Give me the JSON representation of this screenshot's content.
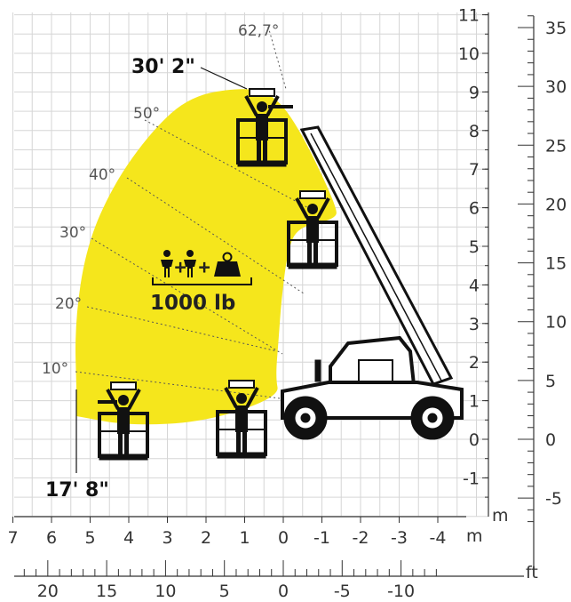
{
  "diagram": {
    "meter_axis_label": "m",
    "feet_axis_label": "ft",
    "max_height_label": "30' 2\"",
    "max_outreach_label": "17' 8\"",
    "capacity_label": "1000 lb",
    "angle_labels": [
      "62,7°",
      "50°",
      "40°",
      "30°",
      "20°",
      "10°"
    ],
    "colors": {
      "envelope": "#f5e61c",
      "grid": "#d6d6d6",
      "machine": "#111111"
    },
    "icons": [
      "person-icon",
      "person-icon",
      "load-weight-icon"
    ]
  },
  "chart_data": {
    "type": "reach-envelope",
    "x_m_ticks": [
      "7",
      "6",
      "5",
      "4",
      "3",
      "2",
      "1",
      "0",
      "-1",
      "-2",
      "-3",
      "-4"
    ],
    "x_ft_ticks": [
      "20",
      "15",
      "10",
      "5",
      "0",
      "-5",
      "-10"
    ],
    "y_m_ticks": [
      "-1",
      "0",
      "1",
      "2",
      "3",
      "4",
      "5",
      "6",
      "7",
      "8",
      "9",
      "10",
      "11"
    ],
    "y_ft_ticks": [
      "-5",
      "0",
      "5",
      "10",
      "15",
      "20",
      "25",
      "30",
      "35"
    ],
    "x_m_range": [
      7.5,
      -5
    ],
    "y_m_range": [
      -2,
      11.3
    ],
    "envelope_outline_m": [
      [
        5.35,
        1.1
      ],
      [
        5.4,
        3.0
      ],
      [
        5.1,
        5.0
      ],
      [
        4.4,
        6.6
      ],
      [
        3.4,
        8.0
      ],
      [
        2.4,
        8.9
      ],
      [
        1.05,
        9.12
      ],
      [
        0.25,
        8.95
      ],
      [
        -0.45,
        8.0
      ],
      [
        -1.4,
        6.0
      ],
      [
        -1.35,
        5.7
      ],
      [
        -0.35,
        5.5
      ],
      [
        -0.1,
        4.8
      ],
      [
        0.05,
        3.6
      ],
      [
        0.12,
        2.6
      ],
      [
        0.2,
        1.6
      ],
      [
        0.1,
        1.1
      ],
      [
        2.0,
        0.45
      ],
      [
        4.0,
        0.35
      ],
      [
        5.35,
        0.6
      ]
    ],
    "angles_deg": [
      62.7,
      50,
      40,
      30,
      20,
      10
    ],
    "max_height_m": 9.2,
    "max_outreach_m": 5.4,
    "capacity_lb": 1000
  }
}
